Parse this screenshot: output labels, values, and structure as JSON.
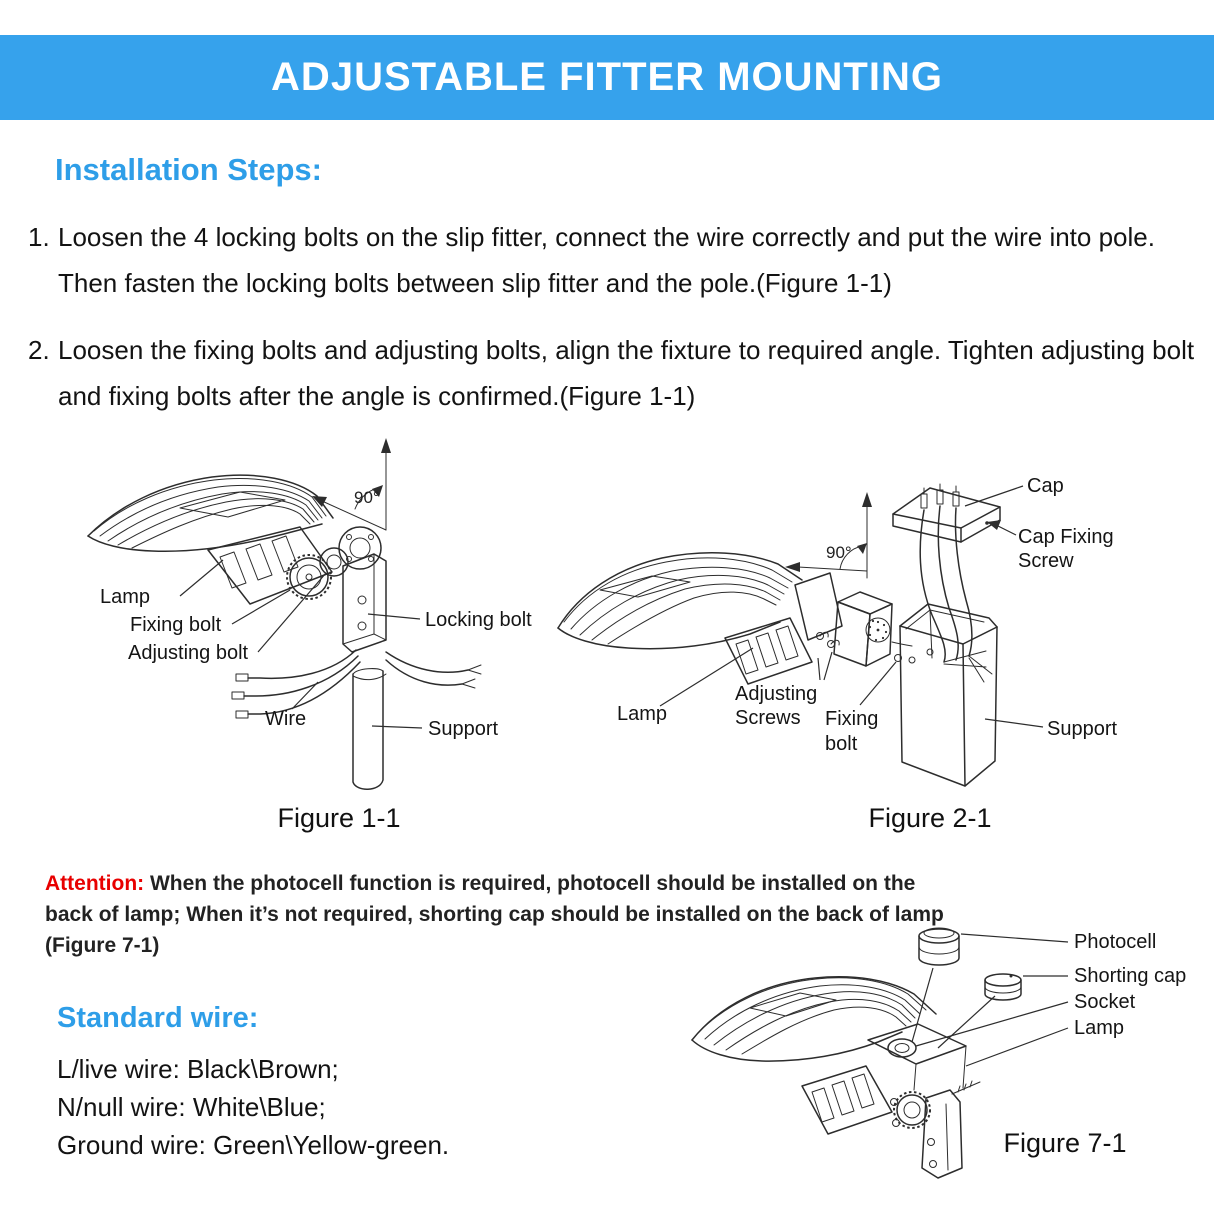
{
  "header": {
    "title": "ADJUSTABLE FITTER MOUNTING"
  },
  "installation": {
    "heading": "Installation Steps:",
    "steps": [
      {
        "number": "1.",
        "text": "Loosen the 4 locking bolts on the slip fitter, connect the wire correctly and put the wire into pole. Then fasten the locking bolts between slip fitter and the pole.(Figure 1-1)"
      },
      {
        "number": "2.",
        "text": "Loosen the fixing bolts and adjusting bolts, align the fixture to required angle. Tighten adjusting bolt and fixing bolts after the angle is confirmed.(Figure 1-1)"
      }
    ]
  },
  "figure1": {
    "caption": "Figure 1-1",
    "angle_label": "90°",
    "labels": {
      "lamp": "Lamp",
      "fixing_bolt": "Fixing bolt",
      "adjusting_bolt": "Adjusting bolt",
      "wire": "Wire",
      "locking_bolt": "Locking bolt",
      "support": "Support"
    }
  },
  "figure2": {
    "caption": "Figure 2-1",
    "angle_label": "90°",
    "labels": {
      "cap": "Cap",
      "cap_fixing_line1": "Cap Fixing",
      "cap_fixing_line2": "Screw",
      "lamp": "Lamp",
      "adjusting_line1": "Adjusting",
      "adjusting_line2": "Screws",
      "fixing_line1": "Fixing",
      "fixing_line2": "bolt",
      "support": "Support"
    }
  },
  "attention": {
    "label": "Attention:",
    "text": " When the photocell function is required, photocell should be installed on the back of lamp; When it’s not required, shorting cap should be installed on the back of lamp (Figure 7-1)"
  },
  "figure7": {
    "caption": "Figure 7-1",
    "labels": {
      "photocell": "Photocell",
      "shorting_cap": "Shorting cap",
      "socket": "Socket",
      "lamp": "Lamp"
    }
  },
  "standard_wire": {
    "heading": "Standard wire:",
    "lines": [
      "L/live wire: Black\\Brown;",
      "N/null wire: White\\Blue;",
      "Ground wire: Green\\Yellow-green."
    ]
  },
  "colors": {
    "banner_blue": "#36a2ec",
    "heading_blue": "#2e9ee8",
    "attention_red": "#e80000",
    "line_art": "#2d2d2d"
  }
}
